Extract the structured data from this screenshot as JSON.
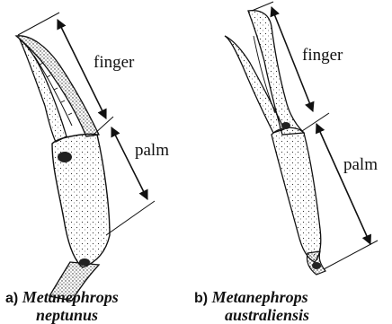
{
  "panels": [
    {
      "id": "a",
      "letter": "a)",
      "genus": "Metanephrops",
      "species": "neptunus",
      "finger_label": "finger",
      "palm_label": "palm"
    },
    {
      "id": "b",
      "letter": "b)",
      "genus": "Metanephrops",
      "species": "australiensis",
      "finger_label": "finger",
      "palm_label": "palm"
    }
  ],
  "colors": {
    "ink": "#111111",
    "claw_fill": "#f4f4f4",
    "background": "#ffffff"
  }
}
